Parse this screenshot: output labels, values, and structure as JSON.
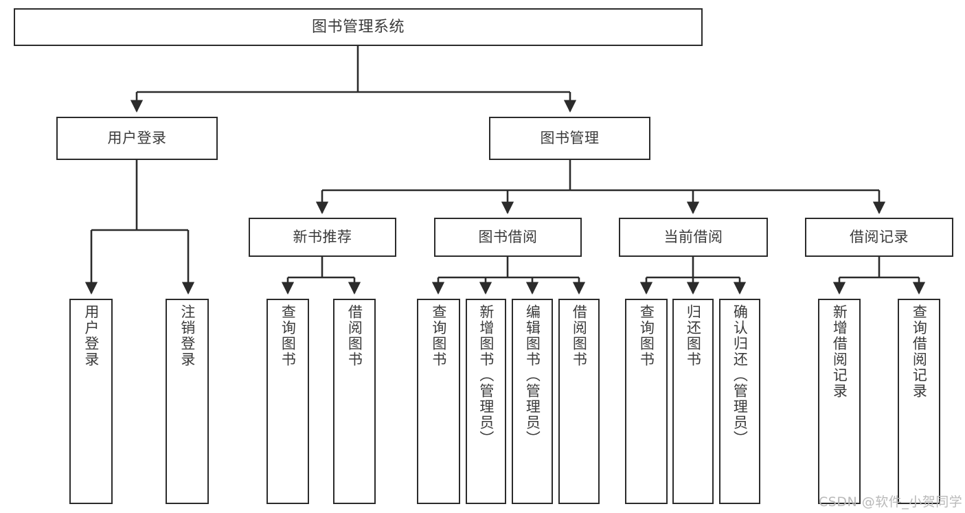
{
  "diagram": {
    "title": "图书管理系统",
    "type": "tree",
    "watermark": "CSDN @软件_小贺同学",
    "colors": {
      "border": "#2b2b2b",
      "text": "#3a3a3a",
      "connector": "#2b2b2b",
      "background": "#ffffff",
      "watermark": "#b9b9b9"
    },
    "nodes": {
      "root": {
        "label": "图书管理系统"
      },
      "level2": [
        {
          "label": "用户登录"
        },
        {
          "label": "图书管理"
        }
      ],
      "level3": [
        {
          "label": "新书推荐"
        },
        {
          "label": "图书借阅"
        },
        {
          "label": "当前借阅"
        },
        {
          "label": "借阅记录"
        }
      ],
      "leaves": {
        "user_login": [
          {
            "label": "用户登录"
          },
          {
            "label": "注销登录"
          }
        ],
        "new_book": [
          {
            "label": "查询图书"
          },
          {
            "label": "借阅图书"
          }
        ],
        "book_borrow": [
          {
            "label": "查询图书"
          },
          {
            "label": "新增图书（管理员）"
          },
          {
            "label": "编辑图书（管理员）"
          },
          {
            "label": "借阅图书"
          }
        ],
        "current_borrow": [
          {
            "label": "查询图书"
          },
          {
            "label": "归还图书"
          },
          {
            "label": "确认归还（管理员）"
          }
        ],
        "borrow_record": [
          {
            "label": "新增借阅记录"
          },
          {
            "label": "查询借阅记录"
          }
        ]
      }
    }
  }
}
